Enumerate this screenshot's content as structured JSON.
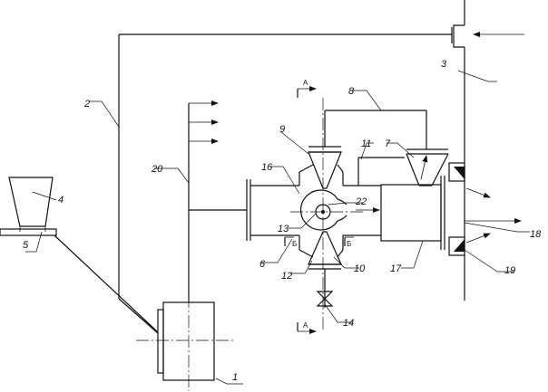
{
  "diagram": {
    "labels": {
      "l1": "1",
      "l2": "2",
      "l3": "3",
      "l4": "4",
      "l5": "5",
      "l6": "6",
      "l7": "7",
      "l8": "8",
      "l9": "9",
      "l10": "10",
      "l11": "11",
      "l12": "12",
      "l13": "13",
      "l14": "14",
      "l16": "16",
      "l17": "17",
      "l18": "18",
      "l19": "19",
      "l20": "20",
      "l22": "22"
    },
    "sections": {
      "a_top": "A",
      "a_bottom": "A",
      "b_left": "Б",
      "b_right": "Б"
    }
  }
}
